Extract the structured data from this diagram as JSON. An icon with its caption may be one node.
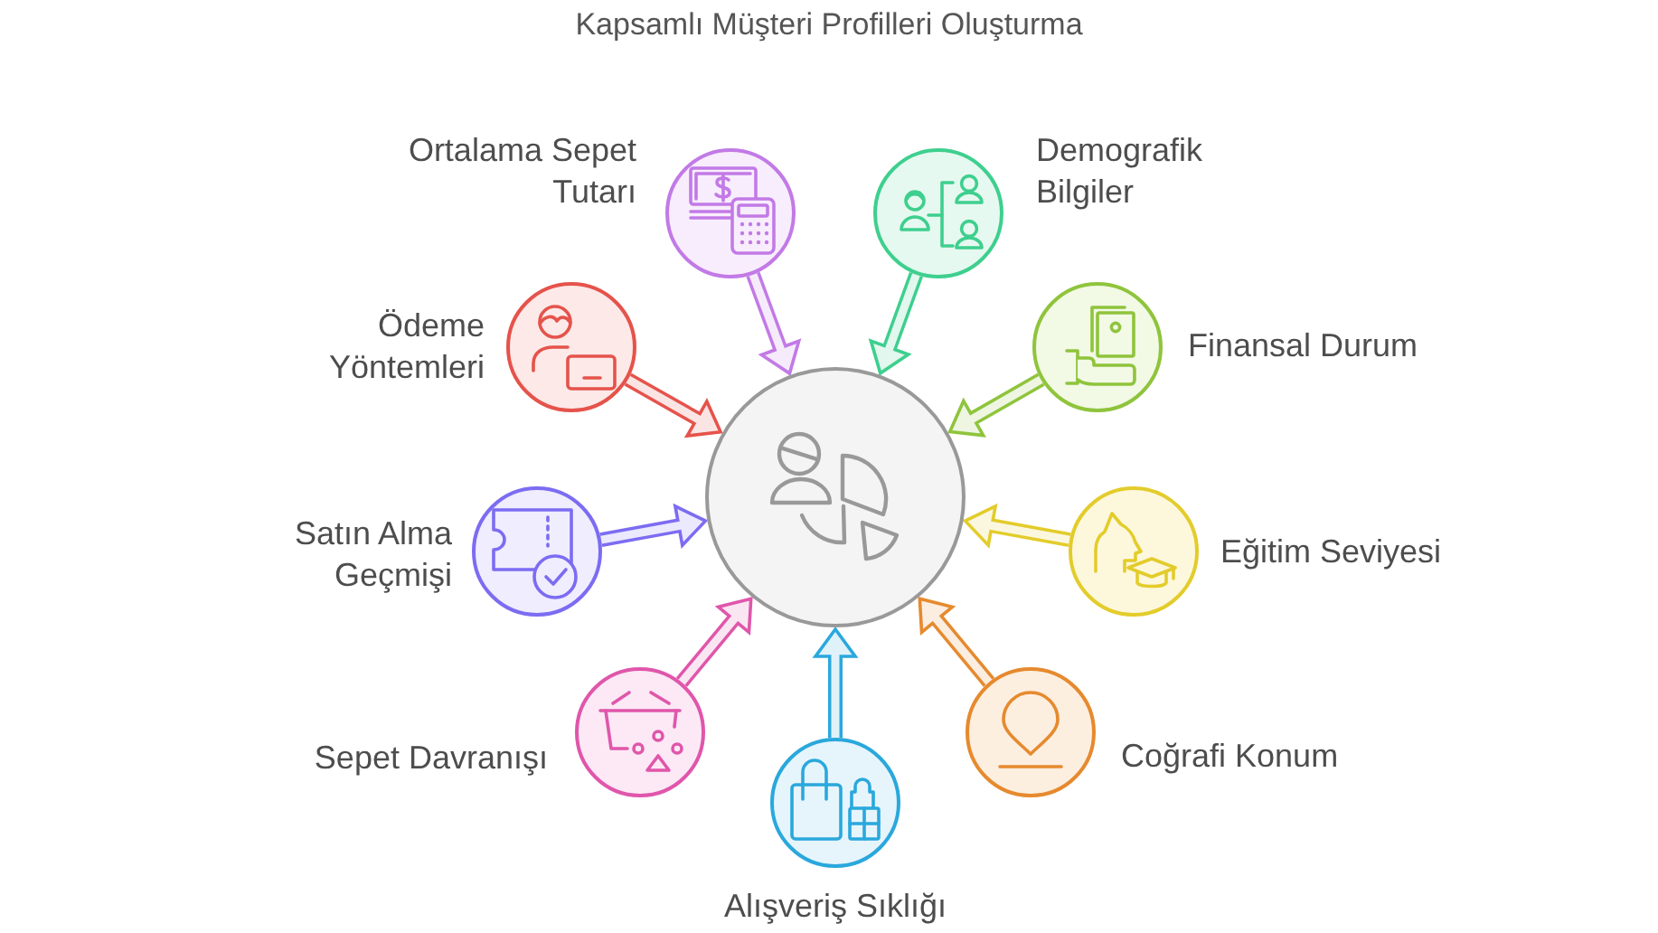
{
  "diagram": {
    "title": "Kapsamlı Müşteri Profilleri Oluşturma",
    "nodes": [
      {
        "text": [],
        "shape": "circle"
      },
      {
        "text": [
          "Ortalama Sepet Tutarı"
        ]
      },
      {
        "text": [
          "Demografik Bilgiler"
        ]
      },
      {
        "text": [
          "Ödeme Yöntemleri"
        ]
      },
      {
        "text": [
          "Finansal Durum"
        ]
      },
      {
        "text": [
          "Satın Alma Geçmişi"
        ]
      },
      {
        "text": [
          "Eğitim Seviyesi"
        ]
      },
      {
        "text": [
          "Sepet Davranışı"
        ]
      },
      {
        "text": [
          "Coğrafi Konum"
        ]
      },
      {
        "text": [
          "Alışveriş Sıklığı"
        ]
      }
    ],
    "edges": [
      {
        "from": 1,
        "to": 0,
        "arrow": "to",
        "color": "#c27ae6"
      },
      {
        "from": 2,
        "to": 0,
        "arrow": "to",
        "color": "#3ecf8e"
      },
      {
        "from": 3,
        "to": 0,
        "arrow": "to",
        "color": "#e5534b"
      },
      {
        "from": 4,
        "to": 0,
        "arrow": "to",
        "color": "#8fc43c"
      },
      {
        "from": 5,
        "to": 0,
        "arrow": "to",
        "color": "#7c6cf2"
      },
      {
        "from": 6,
        "to": 0,
        "arrow": "to",
        "color": "#e3cc2b"
      },
      {
        "from": 7,
        "to": 0,
        "arrow": "to",
        "color": "#e056ab"
      },
      {
        "from": 8,
        "to": 0,
        "arrow": "to",
        "color": "#e68a2e"
      },
      {
        "from": 9,
        "to": 0,
        "arrow": "to",
        "color": "#2aa8dc"
      }
    ]
  }
}
